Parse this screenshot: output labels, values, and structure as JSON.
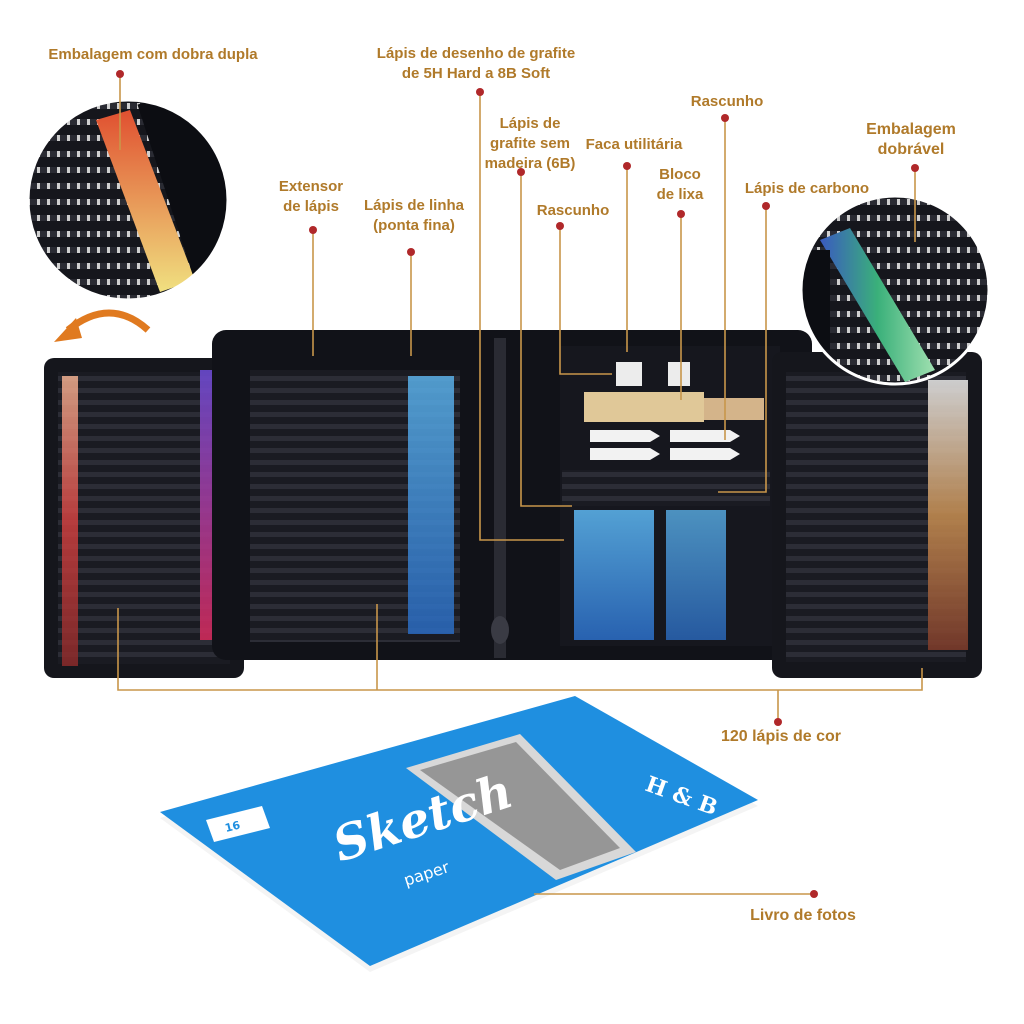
{
  "labels": {
    "double_fold": "Embalagem com dobra dupla",
    "graphite_line1": "Lápis de desenho de grafite",
    "graphite_line2": "de 5H Hard a 8B Soft",
    "rascunho_top": "Rascunho",
    "woodless_line1": "Lápis de",
    "woodless_line2": "grafite sem",
    "woodless_line3": "madeira (6B)",
    "knife": "Faca utilitária",
    "folding_line1": "Embalagem",
    "folding_line2": "dobrável",
    "extender_line1": "Extensor",
    "extender_line2": "de lápis",
    "liner_line1": "Lápis de linha",
    "liner_line2": "(ponta fina)",
    "rascunho_mid": "Rascunho",
    "sandpaper_line1": "Bloco",
    "sandpaper_line2": "de lixa",
    "carbon": "Lápis de carbono",
    "colored": "120 lápis de cor",
    "book": "Livro de fotos"
  },
  "sketchbook": {
    "title": "Sketch",
    "subtitle": "paper",
    "brand": "H & B",
    "sheets": "16"
  },
  "colors": {
    "label": "#b07a2a",
    "leader": "#c8964a",
    "dot": "#b0282a",
    "case": "#15161c",
    "cover": "#1f8fe0"
  }
}
